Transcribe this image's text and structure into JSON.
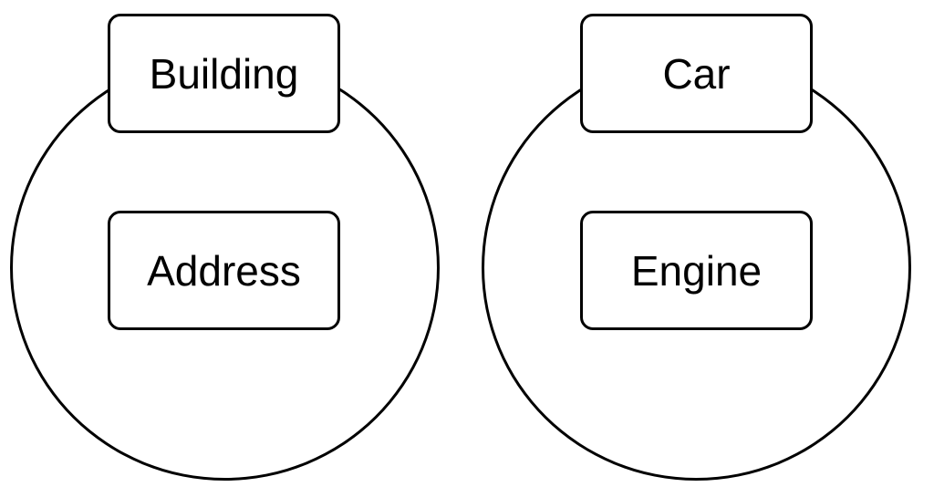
{
  "groups": [
    {
      "container_label": "Building",
      "inner_label": "Address"
    },
    {
      "container_label": "Car",
      "inner_label": "Engine"
    }
  ],
  "colors": {
    "stroke": "#000000",
    "background": "#ffffff",
    "text": "#000000"
  }
}
